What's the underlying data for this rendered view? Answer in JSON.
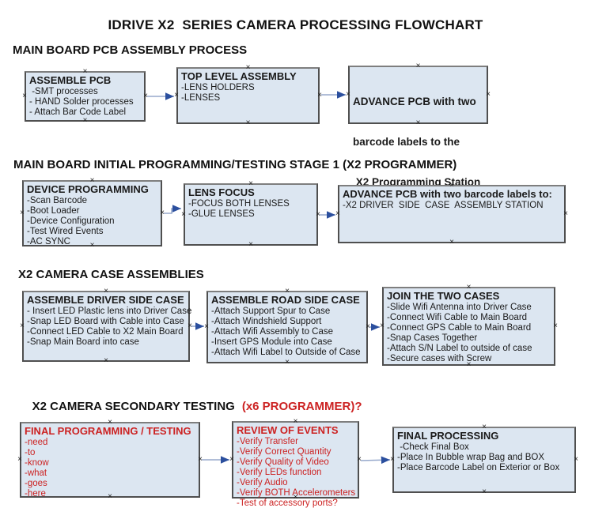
{
  "header": {
    "title": "IDRIVE X2  SERIES CAMERA PROCESSING FLOWCHART"
  },
  "colors": {
    "box_fill": "#dce6f1",
    "box_border": "#4f4f4f",
    "arrow_line": "#97a9cc",
    "arrow_head": "#2b4f9e",
    "red_text": "#cc2222",
    "black_text": "#111111"
  },
  "sections": [
    {
      "heading": "MAIN BOARD PCB ASSEMBLY PROCESS",
      "boxes": [
        {
          "title": "ASSEMBLE PCB",
          "items": [
            " -SMT processes",
            "- HAND Solder processes",
            "- Attach Bar Code Label"
          ]
        },
        {
          "title": "TOP LEVEL ASSEMBLY",
          "items": [
            "-LENS HOLDERS",
            "-LENSES"
          ]
        },
        {
          "title_lines": [
            "ADVANCE PCB with two",
            "barcode labels to the",
            " X2 Programming Station"
          ]
        }
      ]
    },
    {
      "heading": "MAIN BOARD INITIAL PROGRAMMING/TESTING STAGE 1 (X2 PROGRAMMER)",
      "boxes": [
        {
          "title": "DEVICE PROGRAMMING",
          "items": [
            "-Scan Barcode",
            "-Boot Loader",
            "-Device Configuration",
            "-Test Wired Events",
            "-AC SYNC"
          ]
        },
        {
          "title": "LENS FOCUS",
          "items": [
            "-FOCUS BOTH LENSES",
            "-GLUE LENSES"
          ]
        },
        {
          "title": "ADVANCE PCB with two barcode labels to:",
          "items": [
            "-X2 DRIVER  SIDE  CASE  ASSEMBLY STATION"
          ]
        }
      ]
    },
    {
      "heading": "X2 CAMERA CASE ASSEMBLIES",
      "boxes": [
        {
          "title": "ASSEMBLE DRIVER SIDE CASE",
          "items": [
            "- Insert LED Plastic lens into Driver Case",
            "-Snap LED Board with Cable into Case",
            "-Connect LED Cable to X2 Main Board",
            "-Snap Main Board into case"
          ]
        },
        {
          "title": "ASSEMBLE ROAD SIDE CASE",
          "items": [
            "-Attach Support Spur to Case",
            "-Attach Windshield Support",
            "-Attach Wifi Assembly to Case",
            "-Insert GPS Module into Case",
            "-Attach Wifi Label to Outside of Case"
          ]
        },
        {
          "title": "JOIN THE TWO CASES",
          "items": [
            "-Slide Wifi Antenna into Driver Case",
            "-Connect Wifi Cable to Main Board",
            "-Connect GPS Cable to Main Board",
            "-Snap Cases Together",
            "-Attach S/N Label to outside of case",
            "-Secure cases with Screw"
          ]
        }
      ]
    },
    {
      "heading": "X2 CAMERA SECONDARY TESTING",
      "heading_red": "(x6 PROGRAMMER)?",
      "boxes": [
        {
          "title": "FINAL PROGRAMMING / TESTING",
          "items": [
            "-need",
            "-to",
            "-know",
            "-what",
            "-goes",
            "-here"
          ]
        },
        {
          "title": "REVIEW OF EVENTS",
          "items": [
            "-Verify Transfer",
            "-Verify Correct Quantity",
            "-Verify Quality of Video",
            "-Verify LEDs function",
            "-Verify Audio",
            "-Verify BOTH Accelerometers",
            "-Test of accessory ports?"
          ]
        },
        {
          "title": "FINAL PROCESSING",
          "items": [
            " -Check Final Box",
            "-Place In Bubble wrap Bag and BOX",
            "-Place Barcode Label on Exterior or Box"
          ]
        }
      ]
    }
  ]
}
